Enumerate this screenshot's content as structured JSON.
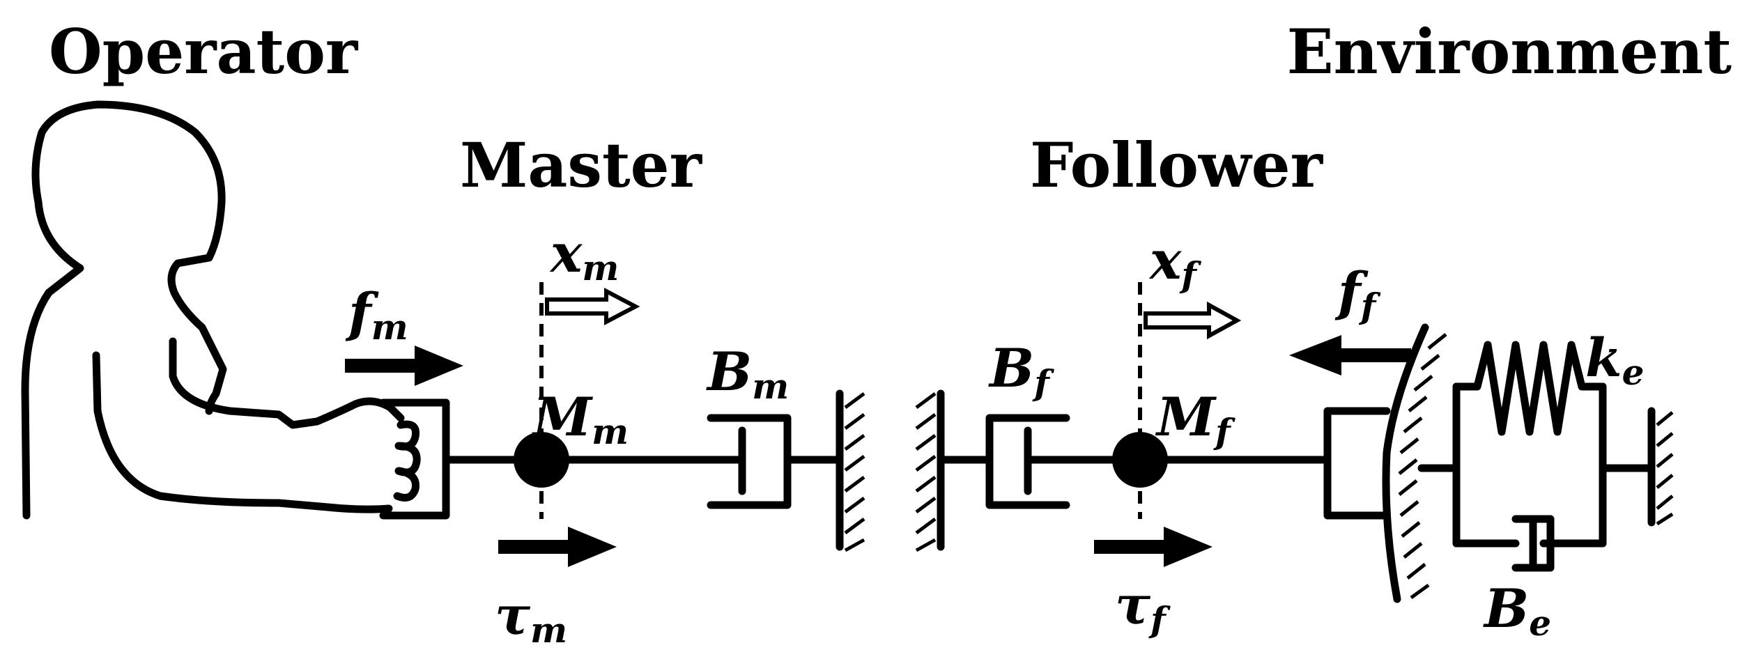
{
  "titles": {
    "operator": "Operator",
    "master": "Master",
    "follower": "Follower",
    "environment": "Environment"
  },
  "symbols": {
    "f_m": {
      "base": "f",
      "sub": "m"
    },
    "x_m": {
      "base": "x",
      "sub": "m"
    },
    "M_m": {
      "base": "M",
      "sub": "m"
    },
    "B_m": {
      "base": "B",
      "sub": "m"
    },
    "tau_m": {
      "base": "τ",
      "sub": "m"
    },
    "x_f": {
      "base": "x",
      "sub": "f"
    },
    "B_f": {
      "base": "B",
      "sub": "f"
    },
    "M_f": {
      "base": "M",
      "sub": "f"
    },
    "tau_f": {
      "base": "τ",
      "sub": "f"
    },
    "f_f": {
      "base": "f",
      "sub": "f"
    },
    "k_e": {
      "base": "k",
      "sub": "e"
    },
    "B_e": {
      "base": "B",
      "sub": "e"
    }
  }
}
